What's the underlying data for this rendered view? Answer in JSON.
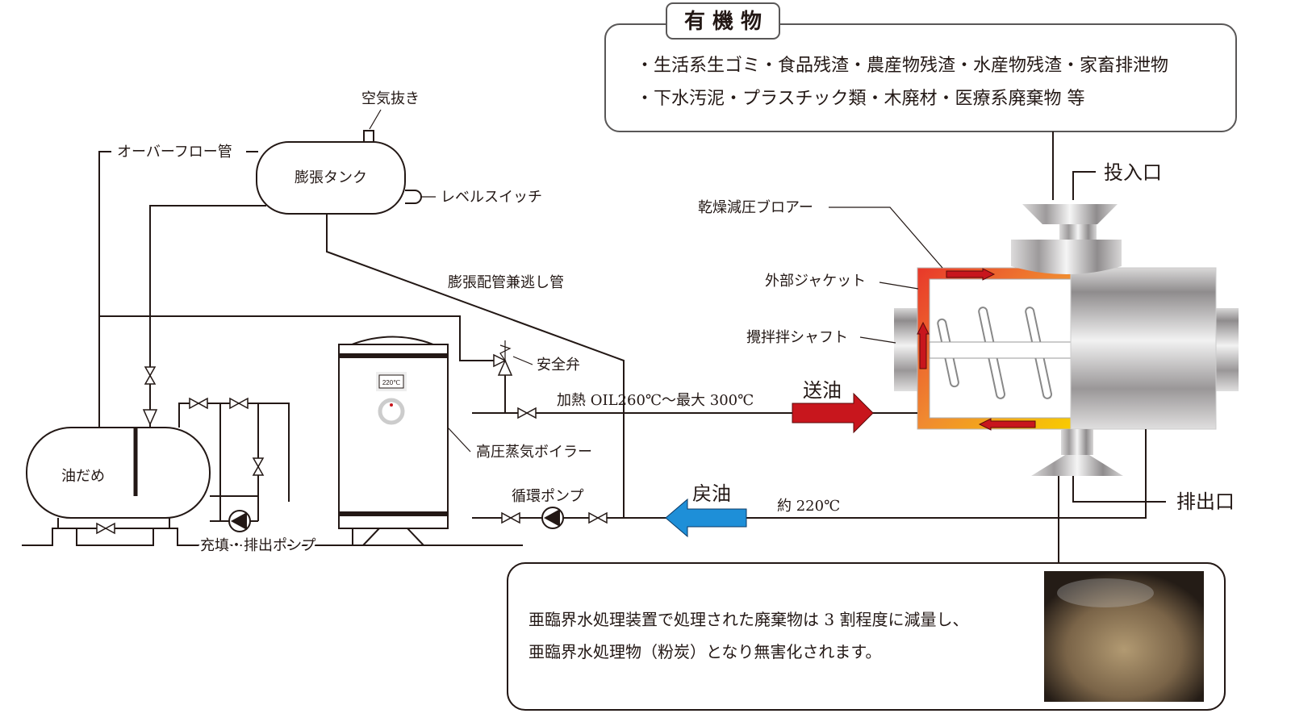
{
  "organic_box": {
    "title": "有 機 物",
    "line1": "・生活系生ゴミ・食品残渣・農産物残渣・水産物残渣・家畜排泄物",
    "line2": "・下水汚泥・プラスチック類・木廃材・医療系廃棄物 等"
  },
  "labels": {
    "air_vent": "空気抜き",
    "overflow_pipe": "オーバーフロー管",
    "expansion_tank": "膨張タンク",
    "level_switch": "レベルスイッチ",
    "expansion_pipe": "膨張配管兼逃し管",
    "safety_valve": "安全弁",
    "heating_oil": "加熱 OIL260℃～最大 300℃",
    "boiler": "高圧蒸気ボイラー",
    "boiler_display": "220℃",
    "circulation_pump": "循環ポンプ",
    "oil_tank": "油だめ",
    "fill_pump": "充填・排出ポンプ",
    "send_oil": "送油",
    "return_oil": "戻油",
    "return_temp": "約 220℃",
    "inlet": "投入口",
    "outlet": "排出口",
    "blower": "乾燥減圧ブロアー",
    "jacket": "外部ジャケット",
    "shaft": "攪拌拌シャフト"
  },
  "result_box": {
    "line1": "亜臨界水処理装置で処理された廃棄物は 3 割程度に減量し、",
    "line2": "亜臨界水処理物（粉炭）となり無害化されます。"
  },
  "colors": {
    "send_arrow": "#c8161d",
    "return_arrow": "#1e8fd8",
    "jacket_hot": "#e8382a",
    "jacket_warm": "#f5c800"
  }
}
